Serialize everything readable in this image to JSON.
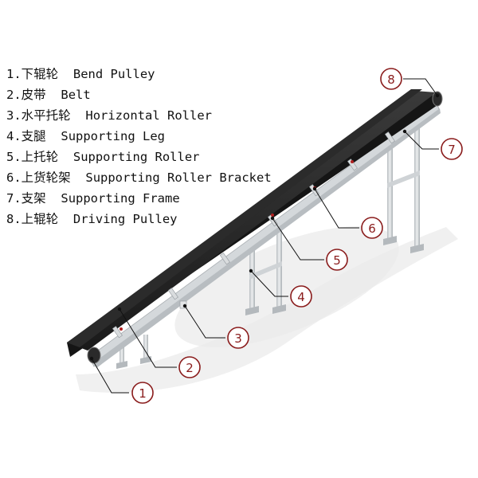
{
  "legend": {
    "items": [
      {
        "num": "1.",
        "cn": "下辊轮",
        "en": "Bend Pulley"
      },
      {
        "num": "2.",
        "cn": "皮带",
        "en": "Belt"
      },
      {
        "num": "3.",
        "cn": "水平托轮",
        "en": "Horizontal Roller"
      },
      {
        "num": "4.",
        "cn": "支腿",
        "en": "Supporting Leg"
      },
      {
        "num": "5.",
        "cn": "上托轮",
        "en": "Supporting Roller"
      },
      {
        "num": "6.",
        "cn": "上货轮架",
        "en": "Supporting Roller Bracket"
      },
      {
        "num": "7.",
        "cn": "支架",
        "en": "Supporting Frame"
      },
      {
        "num": "8.",
        "cn": "上辊轮",
        "en": "Driving Pulley"
      }
    ]
  },
  "callouts": {
    "c1": "1",
    "c2": "2",
    "c3": "3",
    "c4": "4",
    "c5": "5",
    "c6": "6",
    "c7": "7",
    "c8": "8"
  },
  "colors": {
    "callout_stroke": "#8a1c1c",
    "belt": "#1e1e1e",
    "frame": "#c9cdd0",
    "shadow": "#e6e6e6"
  }
}
